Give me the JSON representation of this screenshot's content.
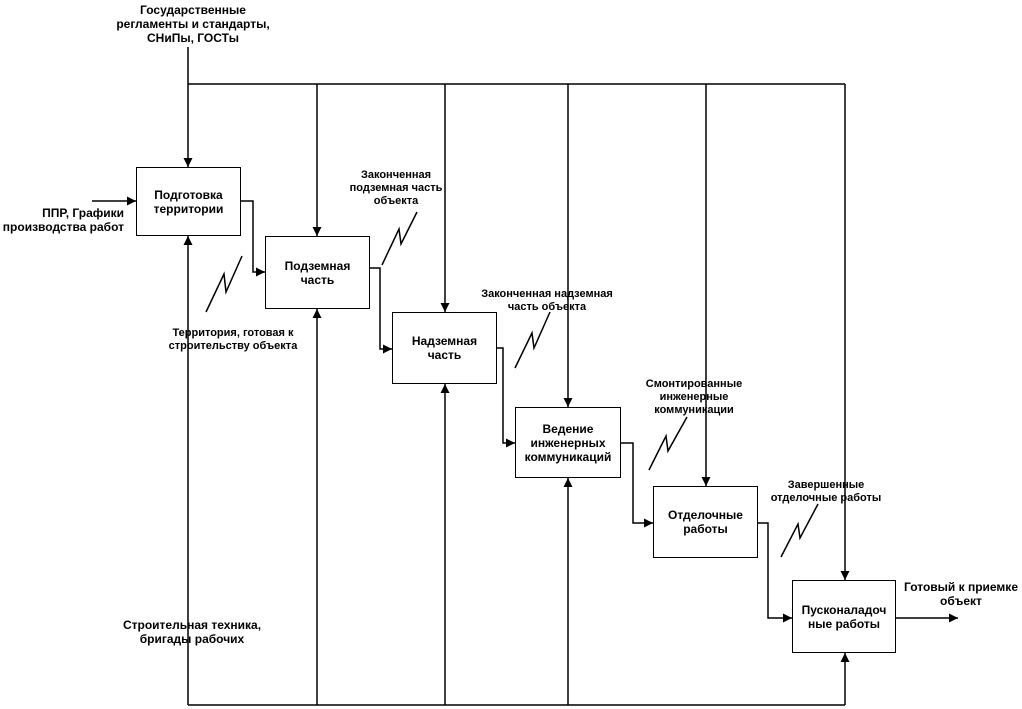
{
  "blocks": {
    "b1": "Подготовка\nтерритории",
    "b2": "Подземная\nчасть",
    "b3": "Надземная\nчасть",
    "b4": "Ведение\nинженерных\nкоммуникаций",
    "b5": "Отделочные\nработы",
    "b6": "Пусконаладоч\nные работы"
  },
  "arrows": {
    "control_top": "Государственные\nрегламенты и стандарты,\nСНиПы, ГОСТы",
    "input_left": "ППР, Графики\nпроизводства работ",
    "mechanism_bottom": "Строительная техника,\nбригады рабочих",
    "output_final": "Готовый к приемке\nобъект",
    "o1": "Территория, готовая к\nстроительству объекта",
    "o2": "Законченная\nподземная часть\nобъекта",
    "o3": "Законченная надземная\nчасть объекта",
    "o4": "Смонтированные\nинженерные\nкоммуникации",
    "o5": "Завершенные\nотделочные работы"
  }
}
